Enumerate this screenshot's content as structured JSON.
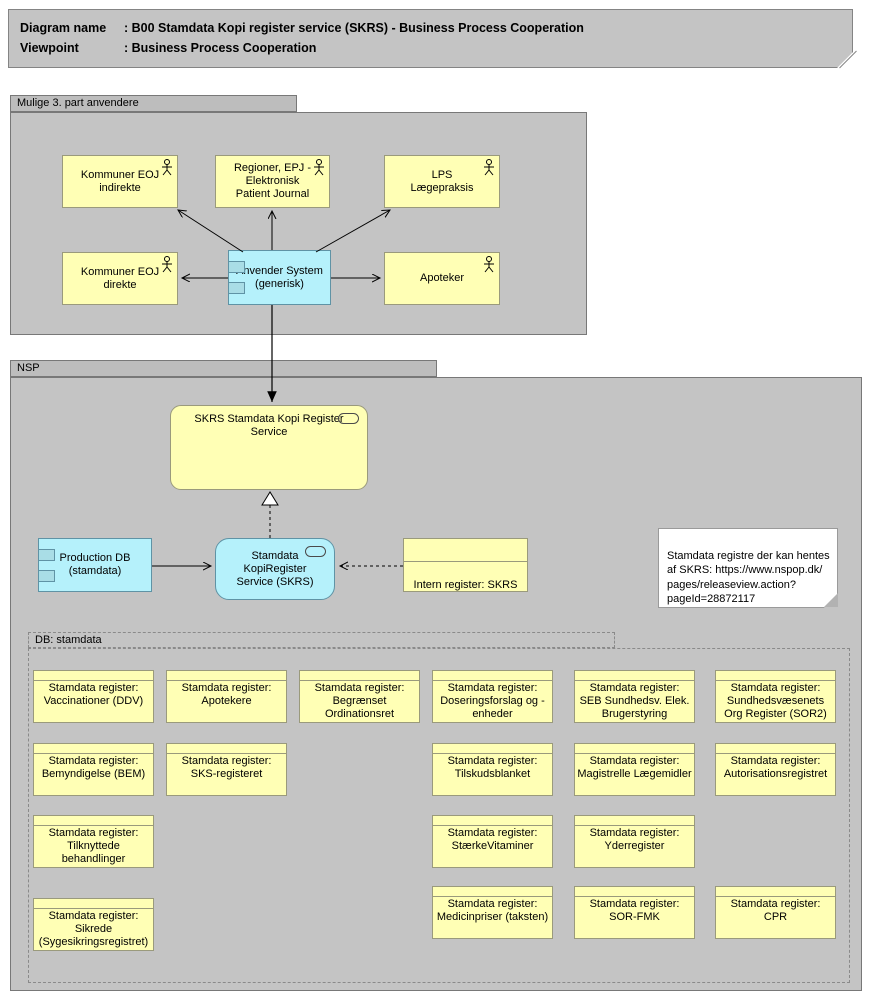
{
  "title": {
    "rows": [
      {
        "label": "Diagram name",
        "value": ": B00 Stamdata Kopi register service (SKRS) - Business Process Cooperation"
      },
      {
        "label": "Viewpoint",
        "value": ": Business Process Cooperation"
      }
    ]
  },
  "external_group": {
    "label": "Mulige 3. part anvendere",
    "actors": [
      {
        "name": "Kommuner EOJ\nindirekte"
      },
      {
        "name": "Regioner, EPJ -\nElektronisk\nPatient Journal"
      },
      {
        "name": "LPS\nLægepraksis"
      },
      {
        "name": "Kommuner EOJ\ndirekte"
      },
      {
        "name": "Apoteker"
      }
    ],
    "system": {
      "name": "Anvender System\n(generisk)"
    }
  },
  "nsp_group": {
    "label": "NSP",
    "service": {
      "name": "SKRS Stamdata Kopi Register\nService"
    },
    "production_db": {
      "name": "Production DB\n(stamdata)"
    },
    "skrs_app": {
      "name": "Stamdata\nKopiRegister\nService (SKRS)"
    },
    "whitelist": {
      "name": "Intern register: SKRS\nwhitelist"
    },
    "note": {
      "text": "Stamdata registre der kan hentes\naf SKRS: https://www.nspop.dk/\npages/releaseview.action?\npageId=28872117"
    }
  },
  "db_group": {
    "label": "DB: stamdata",
    "register_prefix": "Stamdata register:",
    "registers": [
      {
        "name": "Vaccinationer (DDV)"
      },
      {
        "name": "Apotekere"
      },
      {
        "name": "Begrænset Ordinationsret"
      },
      {
        "name": "Doseringsforslag og -enheder"
      },
      {
        "name": "SEB Sundhedsv. Elek. Brugerstyring"
      },
      {
        "name": "Sundhedsvæsenets Org Register (SOR2)"
      },
      {
        "name": "Bemyndigelse (BEM)"
      },
      {
        "name": "SKS-registeret"
      },
      {
        "name": "Tilskudsblanket"
      },
      {
        "name": "Magistrelle Lægemidler"
      },
      {
        "name": "Autorisationsregistret"
      },
      {
        "name": "Tilknyttede behandlinger"
      },
      {
        "name": "StærkeVitaminer"
      },
      {
        "name": "Yderregister"
      },
      {
        "name": "Sikrede (Sygesikringsregistret)"
      },
      {
        "name": "Medicinpriser (taksten)"
      },
      {
        "name": "SOR-FMK"
      },
      {
        "name": "CPR"
      }
    ]
  },
  "colors": {
    "element_yellow": "#ffffb5",
    "element_cyan": "#b5f1fb",
    "group_gray": "#c4c4c4",
    "note_white": "#ffffff"
  }
}
